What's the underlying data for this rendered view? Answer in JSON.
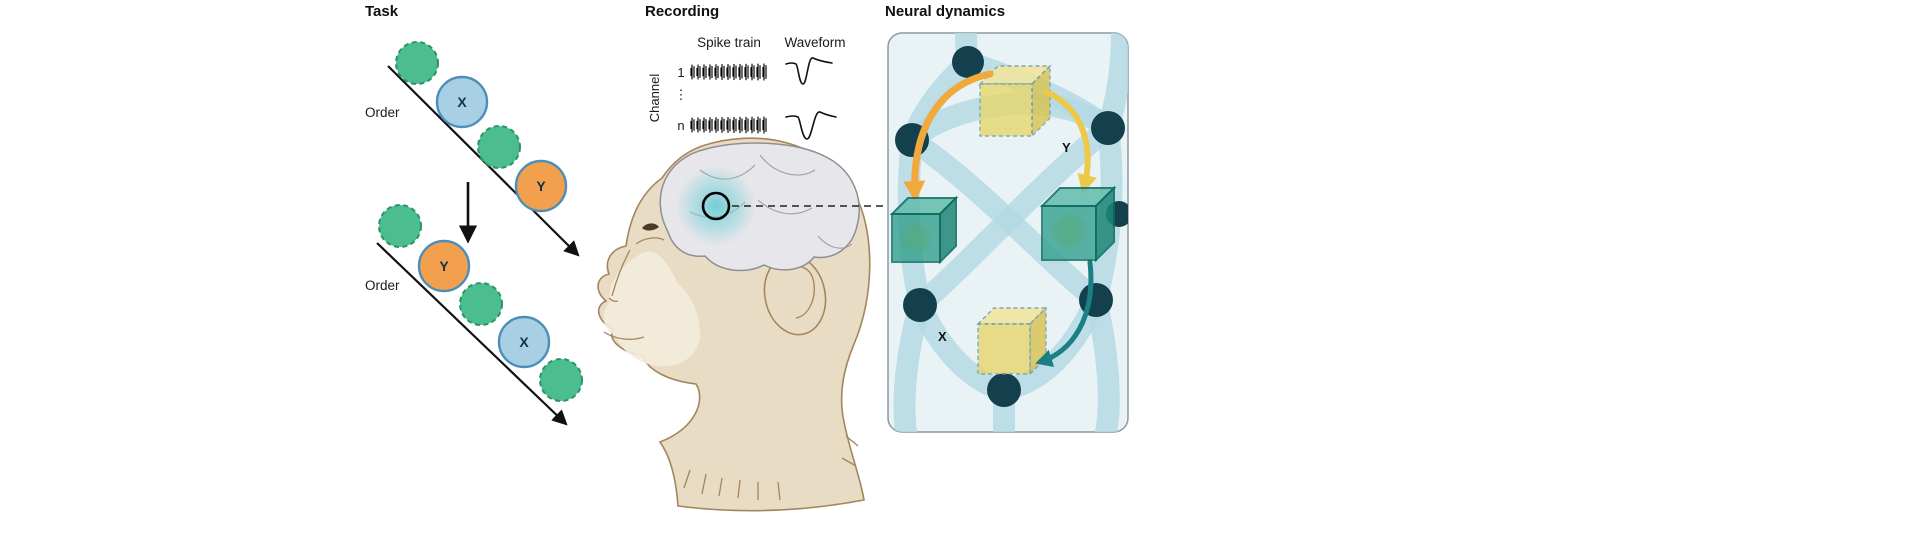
{
  "task": {
    "title": "Task",
    "order_top": "Order",
    "order_bottom": "Order",
    "top_sequence": {
      "item1": "X",
      "item2": "Y"
    },
    "bottom_sequence": {
      "item1": "Y",
      "item2": "X"
    }
  },
  "recording": {
    "title": "Recording",
    "spike_train_header": "Spike train",
    "waveform_header": "Waveform",
    "channel_axis": "Channel",
    "channel_first": "1",
    "channel_ellipsis": "⋮",
    "channel_last": "n"
  },
  "neural": {
    "title": "Neural dynamics",
    "state_y": "Y",
    "state_x": "X"
  },
  "colors": {
    "green_circle": "#4cbd8f",
    "green_circle_stroke": "#2a9468",
    "blue_circle": "#a9cfe5",
    "blue_circle_stroke": "#4b8fb8",
    "orange_circle": "#f3a04e",
    "orange_circle_stroke": "#4b8fb8",
    "monkey_skin": "#e9dcc5",
    "monkey_line": "#a3865e",
    "brain_fill": "#e7e6ea",
    "brain_line": "#8f8e96",
    "glow_teal": "#5fc8d2",
    "panel_bg": "#e9f3f5",
    "panel_stroke": "#8a9aa0",
    "strand": "#b5d9e4",
    "node": "#14404e",
    "cube_yellow": "#e7d66d",
    "cube_teal": "#2f9e8e",
    "arrow_orange": "#f0a93a",
    "arrow_yellow": "#ecc94b",
    "arrow_teal": "#1b7f86"
  }
}
